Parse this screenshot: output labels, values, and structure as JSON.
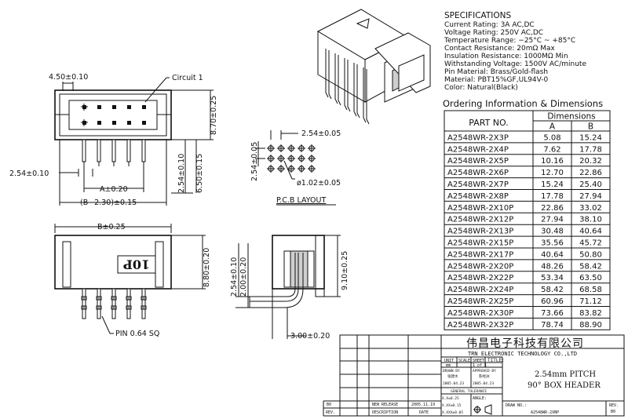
{
  "specifications": {
    "title": "SPECIFICATIONS",
    "lines": [
      "Current Rating: 3A AC,DC",
      "Voltage Rating: 250V AC,DC",
      "Temperature Range: −25°C ~ +85°C",
      "Contact Resistance: 20mΩ Max",
      "Insulation Resistance: 1000MΩ Min",
      "Withstanding Voltage: 1500V AC/minute",
      "Pin Material: Brass/Gold-flash",
      "Material: PBT15%GF,UL94V-0",
      "Color: Natural(Black)"
    ]
  },
  "ordering": {
    "title": "Ordering Information & Dimensions",
    "header_part": "PART NO.",
    "header_dims": "Dimensions",
    "header_a": "A",
    "header_b": "B",
    "rows": [
      [
        "A2548WR-2X3P",
        "5.08",
        "15.24"
      ],
      [
        "A2548WR-2X4P",
        "7.62",
        "17.78"
      ],
      [
        "A2548WR-2X5P",
        "10.16",
        "20.32"
      ],
      [
        "A2548WR-2X6P",
        "12.70",
        "22.86"
      ],
      [
        "A2548WR-2X7P",
        "15.24",
        "25.40"
      ],
      [
        "A2548WR-2X8P",
        "17.78",
        "27.94"
      ],
      [
        "A2548WR-2X10P",
        "22.86",
        "33.02"
      ],
      [
        "A2548WR-2X12P",
        "27.94",
        "38.10"
      ],
      [
        "A2548WR-2X13P",
        "30.48",
        "40.64"
      ],
      [
        "A2548WR-2X15P",
        "35.56",
        "45.72"
      ],
      [
        "A2548WR-2X17P",
        "40.64",
        "50.80"
      ],
      [
        "A2548WR-2X20P",
        "48.26",
        "58.42"
      ],
      [
        "A2548WR-2X22P",
        "53.34",
        "63.50"
      ],
      [
        "A2548WR-2X24P",
        "58.42",
        "68.58"
      ],
      [
        "A2548WR-2X25P",
        "60.96",
        "71.12"
      ],
      [
        "A2548WR-2X30P",
        "73.66",
        "83.82"
      ],
      [
        "A2548WR-2X32P",
        "78.74",
        "88.90"
      ]
    ]
  },
  "drawing": {
    "dim_450": "4.50±0.10",
    "circuit1": "Circuit 1",
    "dim_870": "8.70±0.25",
    "dim_254_left": "2.54±0.10",
    "dim_a": "A±0.20",
    "dim_b230": "(B−2.30)±0.15",
    "dim_254_v": "2.54±0.10",
    "dim_650": "6.50±0.15",
    "dim_b025": "B±0.25",
    "dim_880": "8.80±0.20",
    "label_10p": "10P",
    "pin_label": "PIN 0.64 SQ",
    "pcb_254_h": "2.54±0.05",
    "pcb_254_v": "2.54±0.05",
    "pcb_hole": "ø1.02±0.05",
    "pcb_title": "P.C.B LAYOUT",
    "side_254": "2.54±0.10",
    "side_200": "2.00±0.20",
    "side_910": "9.10±0.25",
    "side_300": "3.00±0.20"
  },
  "titleblock": {
    "company_cn": "伟昌电子科技有限公司",
    "company_en": "TRN ELECTRONIC TECHNOLOGY CO.,LTD",
    "unit_label": "UNIT",
    "unit_value": "mm",
    "scale_label": "SCALE",
    "sheet_label": "SHEET",
    "sheet_value": "1 of 1",
    "title_label": "TITLE:",
    "title_line1": "2.54mm PITCH",
    "title_line2": "90° BOX HEADER",
    "drawn_by": "DRAWN BY",
    "drawn_name": "张建水",
    "drawn_date": "2005.04.23",
    "approved_by": "APPROVED BY",
    "approved_name": "陈经洲",
    "approved_date": "2005.04.23",
    "tolerance": "GENERAL TOLERANCE",
    "tol1": "X.X±0.25",
    "tol2": "X.XX±0.15",
    "tol3": "X.XXX±0.05",
    "angle": "ANGLE:",
    "drew_no_label": "DRAW NO.:",
    "drew_no": "A2548WR-2XNP",
    "rev_label": "REV.",
    "rev_value": "B0",
    "rev_row_rev": "B0",
    "rev_row_desc": "NEW RELEASE",
    "rev_row_date": "2005.11.19",
    "rev_head_rev": "REV.",
    "rev_head_desc": "DESCRIPTION",
    "rev_head_date": "DATE"
  }
}
